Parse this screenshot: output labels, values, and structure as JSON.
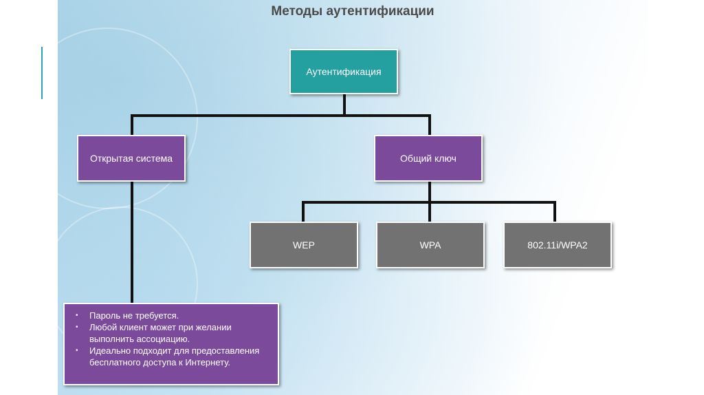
{
  "title": "Методы аутентификации",
  "nodes": {
    "auth": "Аутентификация",
    "open": "Открытая система",
    "shared": "Общий ключ",
    "wep": "WEP",
    "wpa": "WPA",
    "wpa2": "802.11i/WPA2"
  },
  "note_items": [
    "Пароль не требуется.",
    "Любой клиент может при желании выполнить ассоциацию.",
    "Идеально подходит для предоставления бесплатного доступа к Интернету."
  ],
  "colors": {
    "teal": "#24a0a0",
    "purple": "#7b4a9a",
    "gray": "#727272",
    "connector": "#111111"
  }
}
